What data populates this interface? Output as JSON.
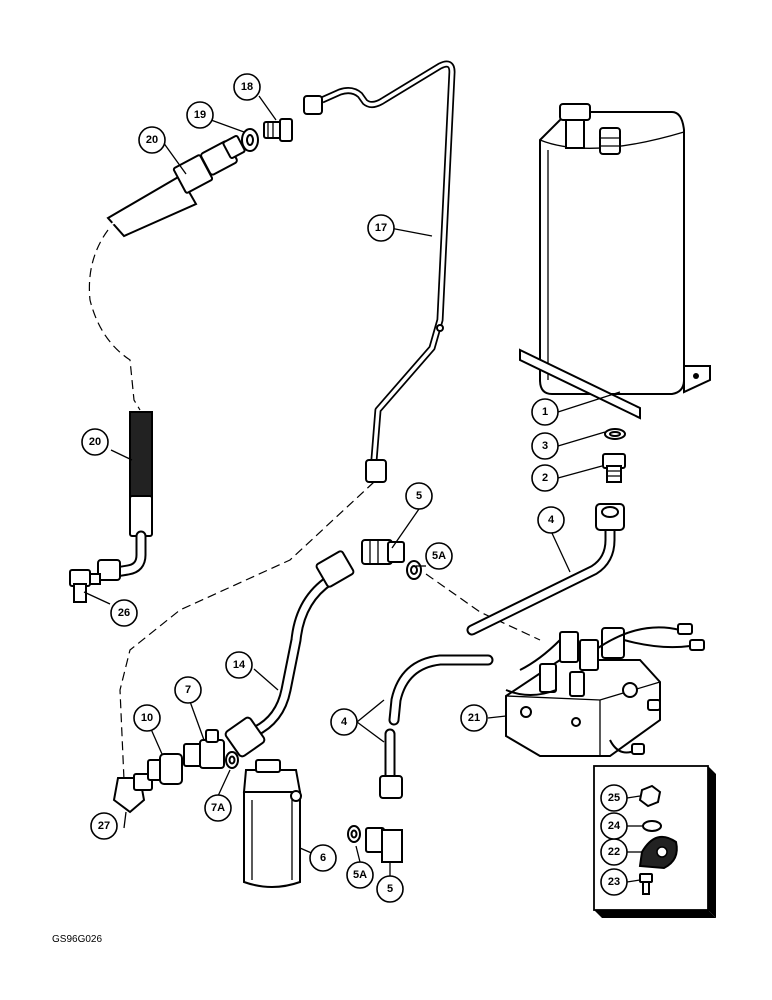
{
  "callouts": {
    "c1": "1",
    "c2": "2",
    "c3": "3",
    "c4a": "4",
    "c4b": "4",
    "c5a": "5",
    "c5aa": "5A",
    "c5b": "5",
    "c5ab": "5A",
    "c6": "6",
    "c7": "7",
    "c7a": "7A",
    "c10": "10",
    "c14": "14",
    "c17": "17",
    "c18": "18",
    "c19": "19",
    "c20a": "20",
    "c20b": "20",
    "c21": "21",
    "c22": "22",
    "c23": "23",
    "c24": "24",
    "c25": "25",
    "c26": "26",
    "c27": "27"
  },
  "doc_code": "GS96G026"
}
